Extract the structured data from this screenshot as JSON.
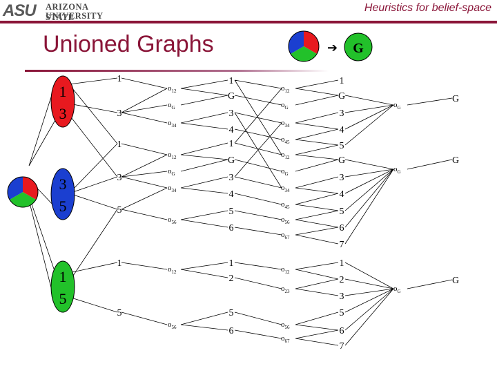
{
  "header": {
    "university_line1": "ARIZONA STATE",
    "university_line2": "UNIVERSITY",
    "logo_mark": "ASU",
    "title": "Heuristics for belief-space"
  },
  "slide": {
    "title": "Unioned Graphs"
  },
  "legend": {
    "arrow": "➔",
    "goal_label": "G"
  },
  "colors": {
    "accent": "#8a1538",
    "red": "#e8191f",
    "blue": "#1b3fd0",
    "green": "#22c12a"
  },
  "belief_states": [
    {
      "top": "1",
      "bottom": "3",
      "fill": "#e8191f"
    },
    {
      "top": "3",
      "bottom": "5",
      "fill": "#1b3fd0"
    },
    {
      "top": "1",
      "bottom": "5",
      "fill": "#22c12a"
    }
  ],
  "graph_labels": {
    "level0": [
      "1",
      "3",
      "1",
      "3",
      "5",
      "1",
      "5"
    ],
    "ops1": [
      "12",
      "G",
      "34",
      "12",
      "G",
      "34",
      "56",
      "12",
      "56"
    ],
    "level1": [
      "1",
      "G",
      "3",
      "4",
      "1",
      "G",
      "3",
      "4",
      "5",
      "6",
      "1",
      "2",
      "5",
      "6"
    ],
    "ops2": [
      "12",
      "G",
      "34",
      "45",
      "12",
      "G",
      "34",
      "45",
      "56",
      "67",
      "12",
      "23",
      "56",
      "67"
    ],
    "level2": [
      "1",
      "G",
      "3",
      "4",
      "5",
      "G",
      "3",
      "4",
      "5",
      "6",
      "7",
      "1",
      "2",
      "3",
      "5",
      "6",
      "7"
    ],
    "ops3": [
      "G",
      "G",
      "G"
    ],
    "level3": [
      "G",
      "G",
      "G"
    ]
  }
}
